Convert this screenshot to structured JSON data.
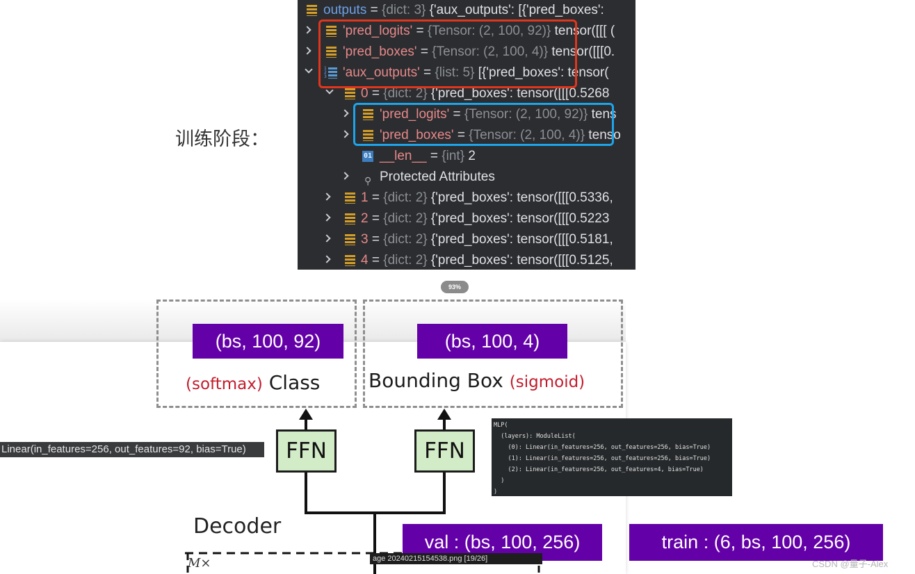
{
  "side_label": "训练阶段：",
  "debugger": {
    "rows": [
      {
        "key": "outputs",
        "eq": " = ",
        "type": "{dict: 3} ",
        "value": "{'aux_outputs': [{'pred_boxes': ",
        "icon": "dict"
      },
      {
        "key": "'pred_logits'",
        "eq": " = ",
        "type": "{Tensor: (2, 100, 92)} ",
        "value": "tensor([[[ (",
        "icon": "dict"
      },
      {
        "key": "'pred_boxes'",
        "eq": " = ",
        "type": "{Tensor: (2, 100, 4)} ",
        "value": "tensor([[[0.",
        "icon": "dict"
      },
      {
        "key": "'aux_outputs'",
        "eq": " = ",
        "type": "{list: 5} ",
        "value": "[{'pred_boxes': tensor(",
        "icon": "list"
      },
      {
        "key": "0",
        "eq": " = ",
        "type": "{dict: 2} ",
        "value": "{'pred_boxes': tensor([[[0.5268",
        "icon": "dict"
      },
      {
        "key": "'pred_logits'",
        "eq": " = ",
        "type": "{Tensor: (2, 100, 92)} ",
        "value": "tens",
        "icon": "dict"
      },
      {
        "key": "'pred_boxes'",
        "eq": " = ",
        "type": "{Tensor: (2, 100, 4)} ",
        "value": "tenso",
        "icon": "dict"
      },
      {
        "key": "__len__",
        "eq": " = ",
        "type": "{int} ",
        "value": "2",
        "icon": "int"
      },
      {
        "key": "Protected Attributes",
        "eq": "",
        "type": "",
        "value": "",
        "icon": "key"
      },
      {
        "key": "1",
        "eq": " = ",
        "type": "{dict: 2} ",
        "value": "{'pred_boxes': tensor([[[0.5336,",
        "icon": "dict"
      },
      {
        "key": "2",
        "eq": " = ",
        "type": "{dict: 2} ",
        "value": "{'pred_boxes': tensor([[[0.5223",
        "icon": "dict"
      },
      {
        "key": "3",
        "eq": " = ",
        "type": "{dict: 2} ",
        "value": "{'pred_boxes': tensor([[[0.5181,",
        "icon": "dict"
      },
      {
        "key": "4",
        "eq": " = ",
        "type": "{dict: 2} ",
        "value": "{'pred_boxes': tensor([[[0.5125,",
        "icon": "dict"
      }
    ],
    "int_icon_text": "01",
    "list_icon_nums": "1\n2\n3"
  },
  "zoom": "93%",
  "diagram": {
    "class_shape": "(bs, 100, 92)",
    "bbox_shape": "(bs, 100, 4)",
    "class_activation": "(softmax)",
    "class_label": "Class",
    "bbox_label": "Bounding Box",
    "bbox_activation": "(sigmoid)",
    "ffn_label": "FFN",
    "decoder_label": "Decoder",
    "repeat_label": "M×",
    "val_shape": "val : (bs, 100, 256)",
    "train_shape": "train : (6, bs, 100, 256)",
    "linear_chip": "Linear(in_features=256, out_features=92, bias=True)",
    "mlp_text": "MLP(\n  (layers): ModuleList(\n    (0): Linear(in_features=256, out_features=256, bias=True)\n    (1): Linear(in_features=256, out_features=256, bias=True)\n    (2): Linear(in_features=256, out_features=4, bias=True)\n  )\n)",
    "caption": "age 20240215154538.png [19/26]"
  },
  "watermark": "CSDN @量子-Alex",
  "colors": {
    "purple": "#6400a8",
    "ffn_fill": "#d3ecc8",
    "red_box": "#e0361e",
    "blue_box": "#1ea4ea",
    "dict_icon": "#d39e2a"
  }
}
